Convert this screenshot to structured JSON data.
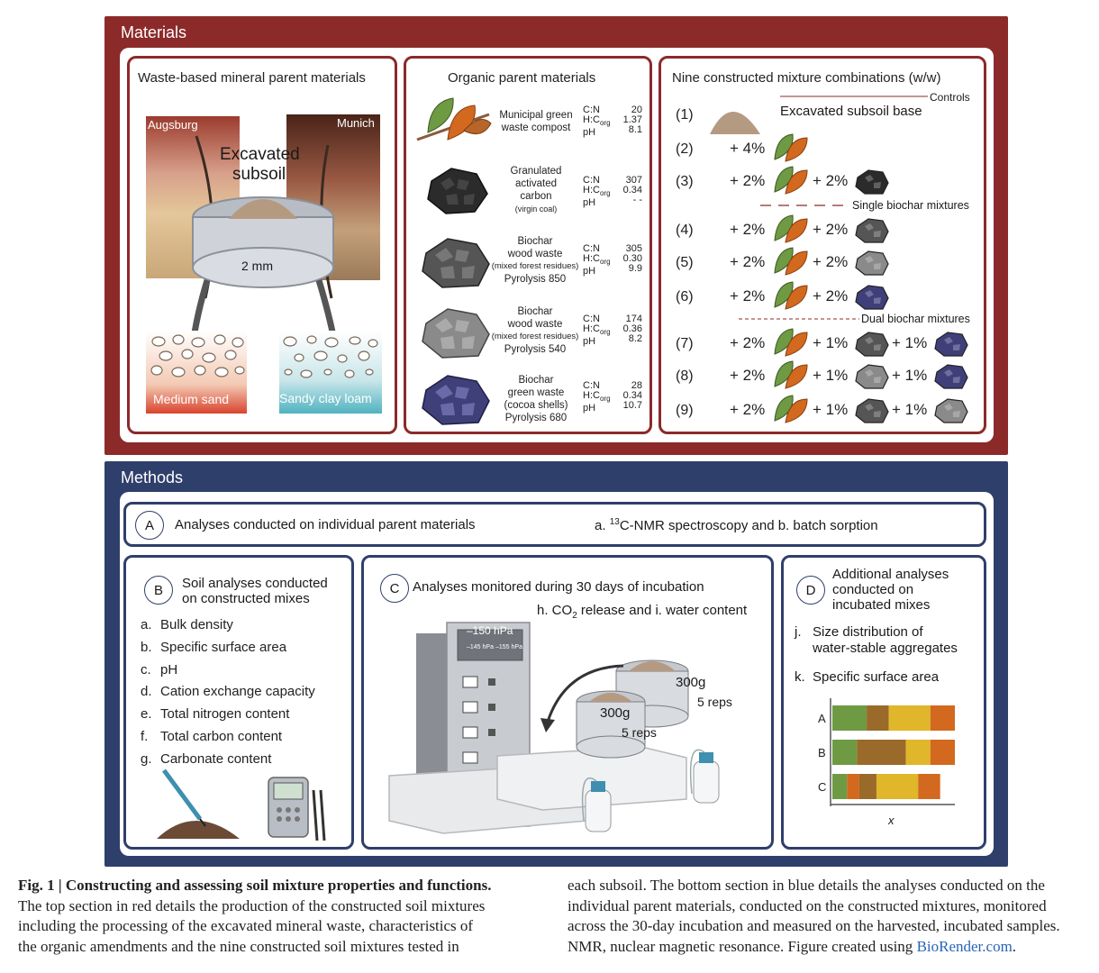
{
  "materials": {
    "title": "Materials",
    "mineral": {
      "title": "Waste-based mineral parent materials",
      "site_left": "Augsburg",
      "site_right": "Munich",
      "excavated_line1": "Excavated",
      "excavated_line2": "subsoil",
      "sieve": "2 mm",
      "texture_left": "Medium sand",
      "texture_right": "Sandy clay loam"
    },
    "organic": {
      "title": "Organic parent materials",
      "items": [
        {
          "name": [
            "Municipal green",
            "waste compost"
          ],
          "cn": "20",
          "hc": "1.37",
          "ph": "8.1"
        },
        {
          "name": [
            "Granulated",
            "activated",
            "carbon",
            "(virgin coal)"
          ],
          "cn": "307",
          "hc": "0.34",
          "ph": "- -"
        },
        {
          "name": [
            "Biochar",
            "wood waste",
            "(mixed forest residues)",
            "Pyrolysis 850"
          ],
          "cn": "305",
          "hc": "0.30",
          "ph": "9.9"
        },
        {
          "name": [
            "Biochar",
            "wood waste",
            "(mixed forest residues)",
            "Pyrolysis 540"
          ],
          "cn": "174",
          "hc": "0.36",
          "ph": "8.2"
        },
        {
          "name": [
            "Biochar",
            "green waste",
            "(cocoa shells)",
            "Pyrolysis 680"
          ],
          "cn": "28",
          "hc": "0.34",
          "ph": "10.7"
        }
      ],
      "label_cn": "C:N",
      "label_hc": "H:C",
      "label_hc_sub": "org",
      "label_ph": "pH"
    },
    "mixtures": {
      "title": "Nine constructed mixture combinations (w/w)",
      "controls": "Controls",
      "single": "Single biochar mixtures",
      "dual": "Dual biochar mixtures",
      "base": "Excavated subsoil base",
      "rows": [
        {
          "num": "(1)"
        },
        {
          "num": "(2)",
          "a": "+ 4%"
        },
        {
          "num": "(3)",
          "a": "+ 2%",
          "b": "+ 2%"
        },
        {
          "num": "(4)",
          "a": "+ 2%",
          "b": "+ 2%"
        },
        {
          "num": "(5)",
          "a": "+ 2%",
          "b": "+ 2%"
        },
        {
          "num": "(6)",
          "a": "+ 2%",
          "b": "+ 2%"
        },
        {
          "num": "(7)",
          "a": "+ 2%",
          "b": "+ 1%",
          "c": "+ 1%"
        },
        {
          "num": "(8)",
          "a": "+ 2%",
          "b": "+ 1%",
          "c": "+ 1%"
        },
        {
          "num": "(9)",
          "a": "+ 2%",
          "b": "+ 1%",
          "c": "+ 1%"
        }
      ]
    }
  },
  "methods": {
    "title": "Methods",
    "A": {
      "letter": "A",
      "text": "Analyses conducted on individual parent materials",
      "right_pre": "a. ",
      "right_sup": "13",
      "right_post": "C-NMR spectroscopy and  b. batch sorption"
    },
    "B": {
      "letter": "B",
      "title_line1": "Soil analyses conducted",
      "title_line2": "on constructed mixes",
      "items": [
        {
          "k": "a.",
          "v": "Bulk density"
        },
        {
          "k": "b.",
          "v": "Specific surface area"
        },
        {
          "k": "c.",
          "v": "pH"
        },
        {
          "k": "d.",
          "v": "Cation exchange capacity"
        },
        {
          "k": "e.",
          "v": "Total nitrogen content"
        },
        {
          "k": "f.",
          "v": "Total carbon content"
        },
        {
          "k": "g.",
          "v": "Carbonate content"
        }
      ]
    },
    "C": {
      "letter": "C",
      "title": "Analyses monitored during 30 days of incubation",
      "sub_pre": "h. CO",
      "sub_sub": "2",
      "sub_post": " release and i. water content",
      "display_main": "–150 hPa",
      "display_a": "–145 hPa",
      "display_b": "–155 hPa",
      "can1_mass": "300g",
      "can1_reps": "5 reps",
      "can2_mass": "300g",
      "can2_reps": "5 reps"
    },
    "D": {
      "letter": "D",
      "title_line1": "Additional analyses",
      "title_line2": "conducted on",
      "title_line3": "incubated mixes",
      "item_j_k": "j.",
      "item_j_line1": "Size distribution of",
      "item_j_line2": "water-stable aggregates",
      "item_k_k": "k.",
      "item_k": "Specific surface area",
      "x_label": "x",
      "bars": [
        {
          "label": "A",
          "segments": [
            {
              "frac": 0.28,
              "color": "#6f9a44"
            },
            {
              "frac": 0.18,
              "color": "#9a6a2a"
            },
            {
              "frac": 0.34,
              "color": "#e0b62a"
            },
            {
              "frac": 0.2,
              "color": "#d2691e"
            }
          ]
        },
        {
          "label": "B",
          "segments": [
            {
              "frac": 0.2,
              "color": "#6f9a44"
            },
            {
              "frac": 0.4,
              "color": "#9a6a2a"
            },
            {
              "frac": 0.2,
              "color": "#e0b62a"
            },
            {
              "frac": 0.2,
              "color": "#d2691e"
            }
          ]
        },
        {
          "label": "C",
          "segments": [
            {
              "frac": 0.12,
              "color": "#6f9a44"
            },
            {
              "frac": 0.1,
              "color": "#d2691e"
            },
            {
              "frac": 0.14,
              "color": "#9a6a2a"
            },
            {
              "frac": 0.34,
              "color": "#e0b62a"
            },
            {
              "frac": 0.18,
              "color": "#d2691e"
            }
          ]
        }
      ]
    }
  },
  "caption": {
    "label": "Fig. 1 | Constructing and assessing soil mixture properties and functions.",
    "left_l1": "The top section in red details the production of the constructed soil mixtures",
    "left_l2": "including the processing of the excavated mineral waste, characteristics of",
    "left_l3": "the organic amendments and the nine constructed soil mixtures tested in",
    "right_l1": "each subsoil. The bottom section in blue details the analyses conducted on the",
    "right_l2": "individual parent materials, conducted on the constructed mixtures, monitored",
    "right_l3": "across the 30-day incubation and measured on the harvested, incubated samples.",
    "right_l4_pre": "NMR, nuclear magnetic resonance. Figure created using ",
    "right_l4_link": "BioRender.com",
    "right_l4_post": "."
  },
  "colors": {
    "materials_band": "#8c2a2a",
    "methods_band": "#2f3f6b",
    "leaf_green": "#6f9a44",
    "leaf_orange": "#d2691e",
    "char_black": "#2b2b2b",
    "char_dark": "#555555",
    "char_grey": "#8a8a8a",
    "char_purple": "#3f3f7a"
  }
}
